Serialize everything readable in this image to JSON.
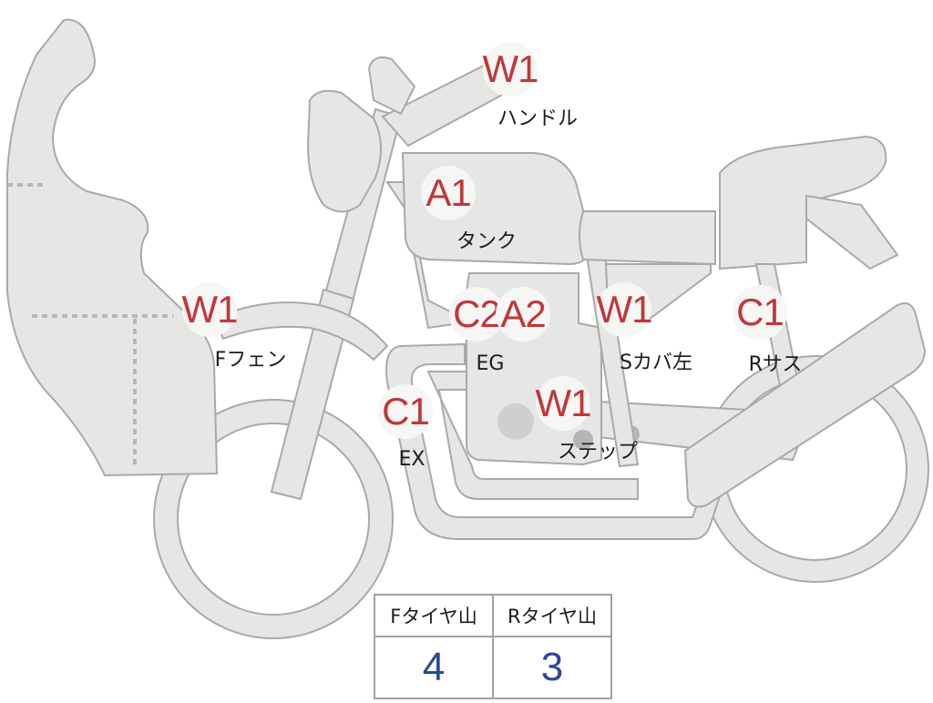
{
  "diagram": {
    "background_color": "#ffffff",
    "bike_fill_color": "#e6e6e4",
    "code_color": "#c0373a",
    "value_color": "#2a4a94",
    "markers": [
      {
        "id": "handle",
        "code": "W1",
        "label": "ハンドル"
      },
      {
        "id": "tank",
        "code": "A1",
        "label": "タンク"
      },
      {
        "id": "front-fender",
        "code": "W1",
        "label": "Fフェン"
      },
      {
        "id": "engine-c2",
        "code": "C2",
        "label": ""
      },
      {
        "id": "engine-a2",
        "code": "A2",
        "label": "EG"
      },
      {
        "id": "side-cover",
        "code": "W1",
        "label": "Sカバ左"
      },
      {
        "id": "rear-susp",
        "code": "C1",
        "label": "Rサス"
      },
      {
        "id": "exhaust",
        "code": "C1",
        "label": "EX"
      },
      {
        "id": "step",
        "code": "W1",
        "label": "ステップ"
      }
    ]
  },
  "tread_table": {
    "headers": [
      "Fタイヤ山",
      "Rタイヤ山"
    ],
    "values": [
      "4",
      "3"
    ]
  }
}
